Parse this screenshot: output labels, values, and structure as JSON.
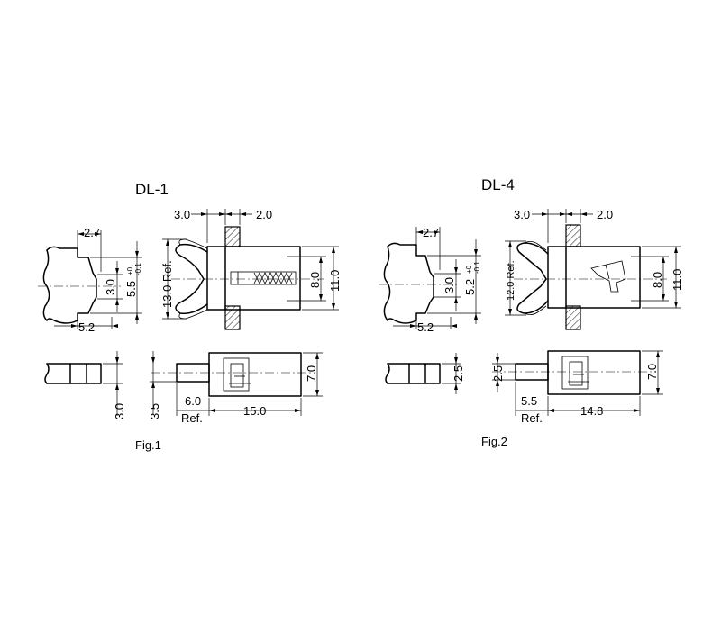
{
  "figures": [
    {
      "title": "DL-1",
      "caption": "Fig.1",
      "labels": {
        "slot_width": "2.7",
        "neck_height": "3.0",
        "slot_opening": "5.5",
        "tol_plus": "+0",
        "tol_minus": "-0.1",
        "slot_base": "5.2",
        "panel_offset": "3.0",
        "panel_thickness": "2.0",
        "height_ref": "13.0 Ref.",
        "body_inner": "8.0",
        "body_outer": "11.0",
        "end_thickness": "3.0",
        "pin_offset": "3.5",
        "pin_length": "6.0",
        "pin_ref": "Ref.",
        "body_length": "15.0",
        "body_height": "7.0"
      }
    },
    {
      "title": "DL-4",
      "caption": "Fig.2",
      "labels": {
        "slot_width": "2.7",
        "neck_height": "3.0",
        "slot_opening": "5.2",
        "tol_plus": "+0",
        "tol_minus": "-0.1",
        "slot_base": "5.2",
        "panel_offset": "3.0",
        "panel_thickness": "2.0",
        "height_ref": "12.0 Ref.",
        "body_inner": "8.0",
        "body_outer": "11.0",
        "end_thickness": "2.5",
        "pin_offset": "2.5",
        "pin_length": "5.5",
        "pin_ref": "Ref.",
        "body_length": "14.8",
        "body_height": "7.0"
      }
    }
  ]
}
